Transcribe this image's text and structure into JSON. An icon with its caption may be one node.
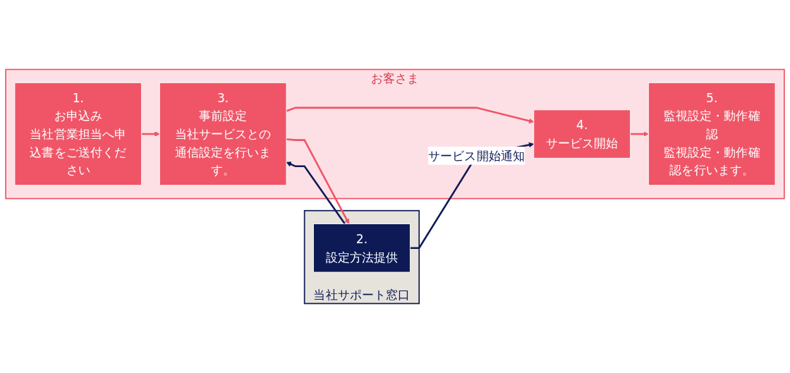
{
  "diagram": {
    "nodes": [
      {
        "text": [
          "お客さま"
        ]
      },
      {
        "text": [
          "1.",
          "お申込み",
          "当社営業担当へ申込書をご送付ください"
        ],
        "in": 0
      },
      {
        "text": [
          "3.",
          "事前設定",
          "当社サービスとの通信設定を行います。"
        ],
        "in": 0
      },
      {
        "text": [
          "4.",
          "サービス開始"
        ],
        "in": 0
      },
      {
        "text": [
          "5.",
          "監視設定・動作確認",
          "監視設定・動作確認を行います。"
        ],
        "in": 0
      },
      {
        "text": [
          "当社サポート窓口"
        ]
      },
      {
        "text": [
          "2.",
          "設定方法提供"
        ],
        "in": 5
      }
    ],
    "edges": [
      {
        "from": 1,
        "to": 2,
        "arrow": "to"
      },
      {
        "from": 2,
        "to": 3,
        "arrow": "to"
      },
      {
        "from": 3,
        "to": 4,
        "arrow": "to"
      },
      {
        "from": 6,
        "to": 2,
        "arrow": "to",
        "color": "#0d1a55"
      },
      {
        "from": 2,
        "to": 6,
        "arrow": "to"
      },
      {
        "from": 6,
        "to": 3,
        "arrow": "to",
        "label": "サービス開始通知",
        "color": "#0d1a55"
      }
    ]
  }
}
